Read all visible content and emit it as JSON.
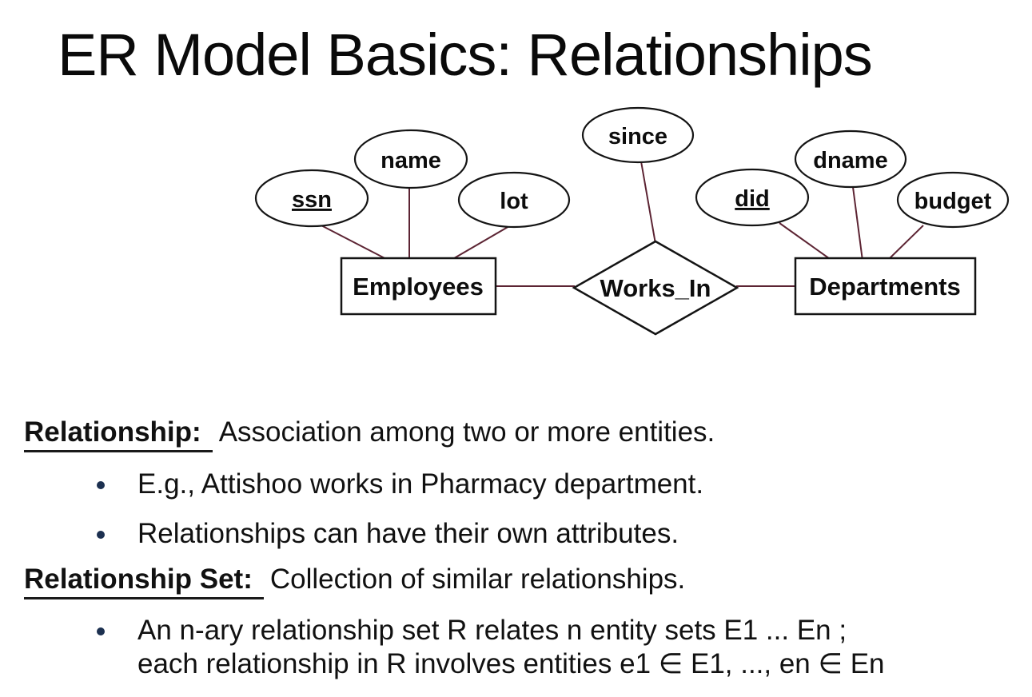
{
  "slide_title": "ER Model Basics: Relationships",
  "diagram": {
    "attributes": {
      "ssn": "ssn",
      "name": "name",
      "lot": "lot",
      "since": "since",
      "did": "did",
      "dname": "dname",
      "budget": "budget"
    },
    "entities": {
      "employees": "Employees",
      "departments": "Departments"
    },
    "relationship": "Works_In"
  },
  "body": {
    "sections": [
      {
        "term": "Relationship:",
        "definition": "Association among two or more entities.",
        "bullets": [
          [
            "E.g., Attishoo works in Pharmacy department."
          ],
          [
            "Relationships can have their own attributes."
          ]
        ]
      },
      {
        "term": "Relationship Set:",
        "definition": "Collection of similar relationships.",
        "bullets": [
          [
            "An n-ary relationship set R relates n entity sets E1 ... En ;",
            "each relationship in R involves entities e1 ∈ E1, ..., en ∈ En"
          ]
        ]
      }
    ]
  },
  "colors": {
    "connector": "#5c2433",
    "shape_stroke": "#141414",
    "bullet_dot": "#1c3050",
    "text": "#111111"
  }
}
